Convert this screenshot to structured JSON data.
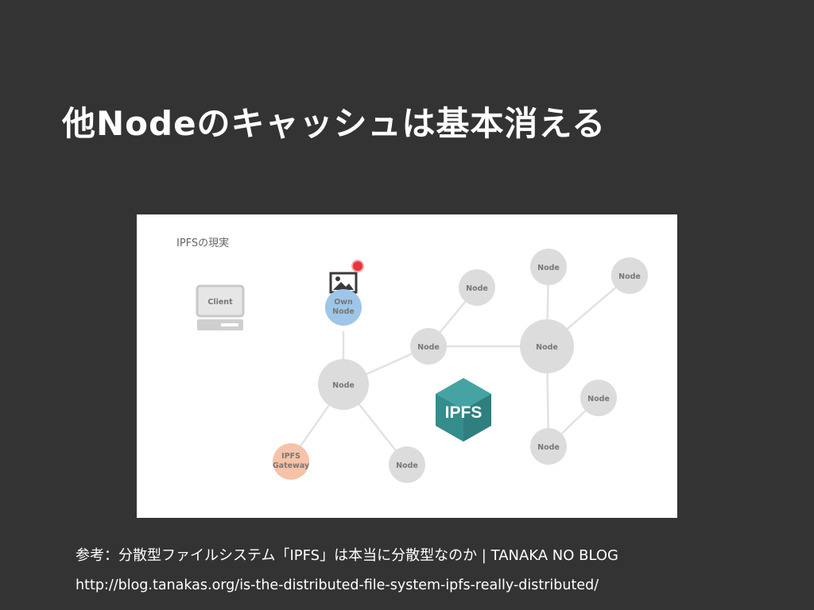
{
  "slide": {
    "title": "他Nodeのキャッシュは基本消える"
  },
  "diagram": {
    "heading": "IPFSの現実",
    "client_label": "Client",
    "own_node_label": [
      "Own",
      "Node"
    ],
    "gateway_label": [
      "IPFS",
      "Gateway"
    ],
    "node_label": "Node",
    "logo_text": "IPFS",
    "colors": {
      "node": "#dcdcdc",
      "own_node": "#9ec6e8",
      "gateway": "#f5c3a8",
      "edge": "#e2e2e2",
      "notification": "#e8343a",
      "logo": "#2f7f7f"
    }
  },
  "caption": {
    "reference": "参考：分散型ファイルシステム「IPFS」は本当に分散型なのか | TANAKA NO BLOG",
    "url": "http://blog.tanakas.org/is-the-distributed-file-system-ipfs-really-distributed/"
  }
}
